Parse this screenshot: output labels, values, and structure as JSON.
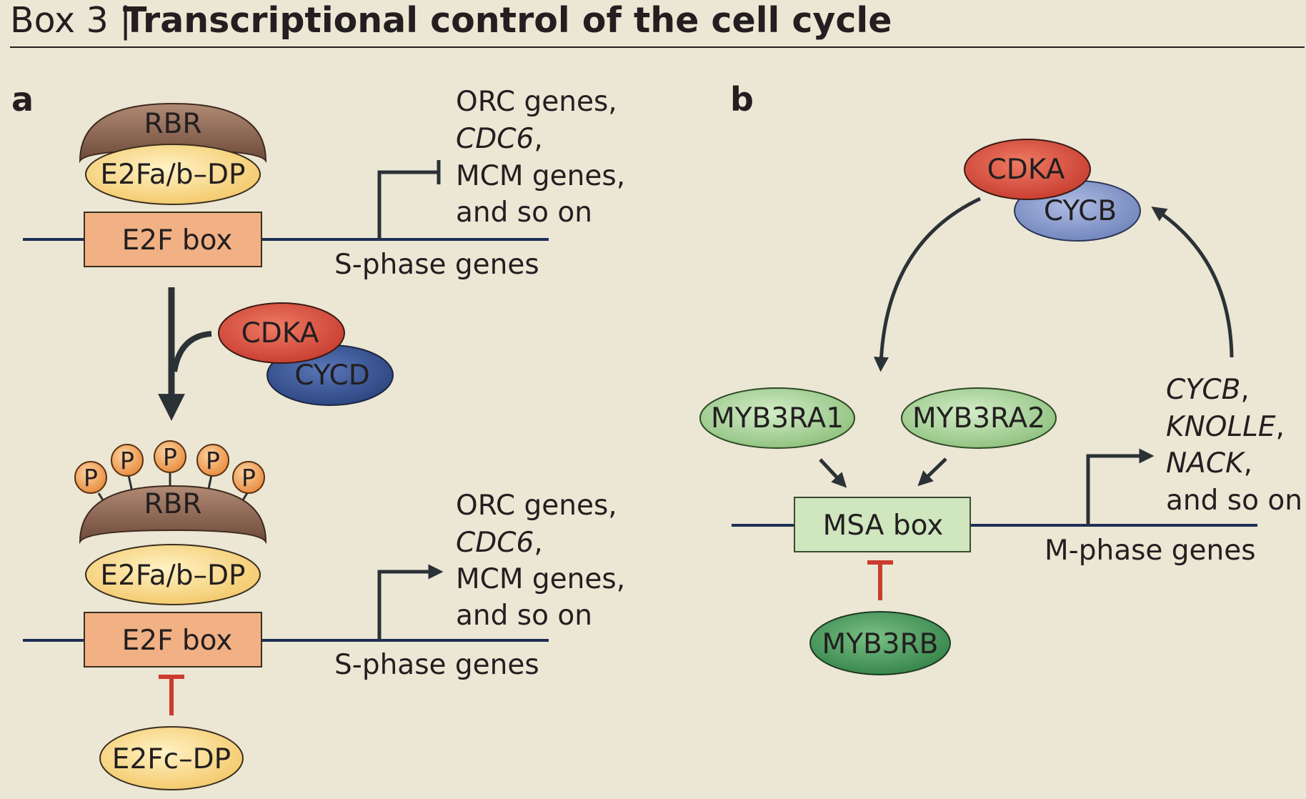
{
  "header": {
    "box_label": "Box 3 |",
    "title": "Transcriptional control of the cell cycle"
  },
  "colors": {
    "background": "#ece6d4",
    "dna_line": "#1d2f55",
    "arrow": "#2b3236",
    "inhibition": "#cc3b2e",
    "rbr": "#8d6350",
    "e2f_dp": "#f7d488",
    "e2f_box": "#f1b184",
    "cdka": "#d84b3a",
    "cycd": "#3a5494",
    "cycb": "#8194c7",
    "myb3ra": "#a9d49a",
    "myb3rb": "#4a9a5a",
    "msa_box": "#cfe6bf",
    "phosphate": "#f0a050"
  },
  "panel_a": {
    "label": "a",
    "top": {
      "rbr": "RBR",
      "e2f_dp": "E2Fa/b–DP",
      "e2f_box": "E2F box",
      "genes_caption": "S-phase genes",
      "targets": [
        "ORC genes,",
        "CDC6",
        ",",
        "MCM genes,",
        "and so on"
      ]
    },
    "kinase": {
      "cdka": "CDKA",
      "cyc": "CYCD"
    },
    "bottom": {
      "phospho": [
        "P",
        "P",
        "P",
        "P",
        "P"
      ],
      "rbr": "RBR",
      "e2f_dp": "E2Fa/b–DP",
      "e2f_box": "E2F box",
      "genes_caption": "S-phase genes",
      "targets": [
        "ORC genes,",
        "CDC6",
        ",",
        "MCM genes,",
        "and so on"
      ],
      "repressor": "E2Fc–DP"
    }
  },
  "panel_b": {
    "label": "b",
    "kinase": {
      "cdka": "CDKA",
      "cyc": "CYCB"
    },
    "activators": [
      "MYB3RA1",
      "MYB3RA2"
    ],
    "msa_box": "MSA box",
    "repressor": "MYB3RB",
    "genes_caption": "M-phase genes",
    "targets": [
      "CYCB",
      ",",
      "KNOLLE",
      ",",
      "NACK",
      ",",
      "and so on"
    ]
  }
}
